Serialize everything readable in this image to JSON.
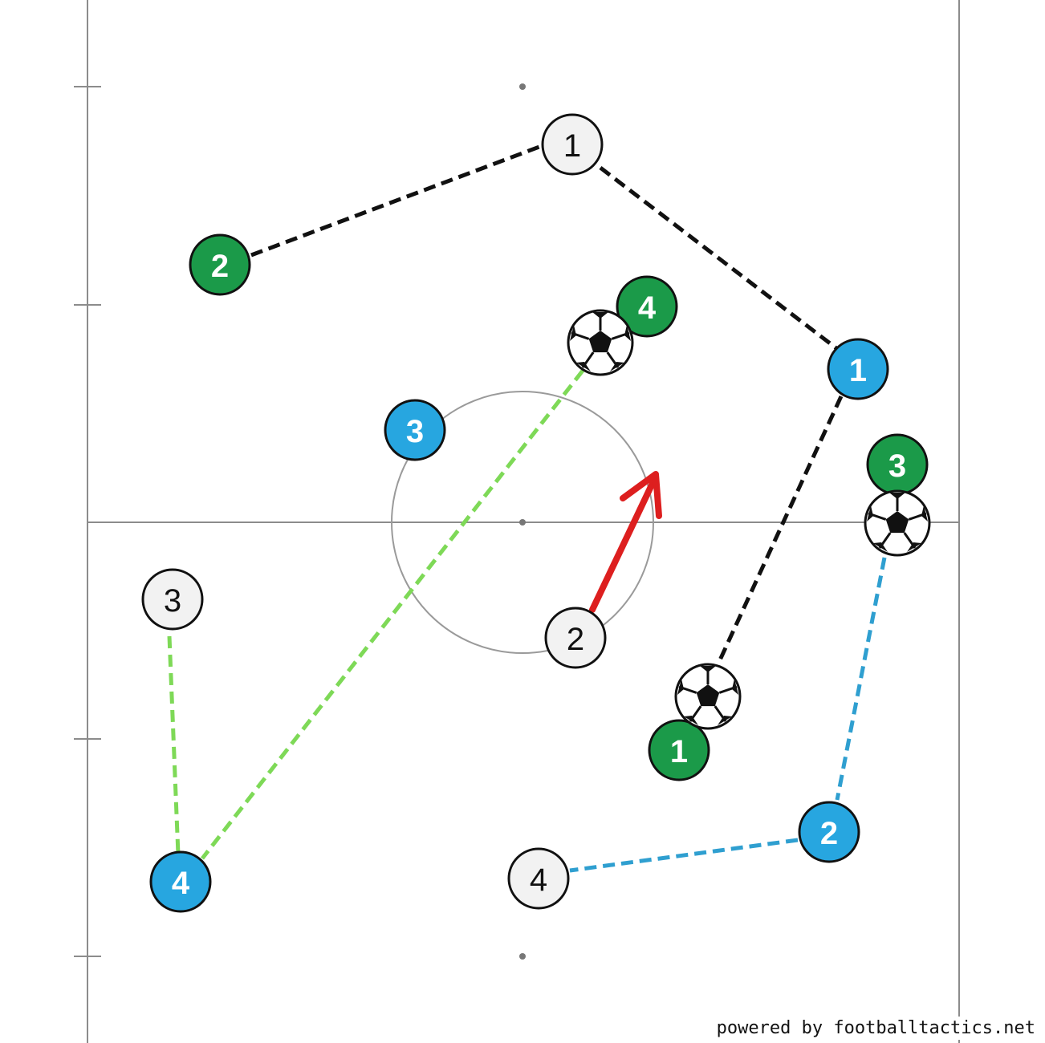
{
  "colors": {
    "green_team": "#1b9a49",
    "blue_team": "#27a6e0",
    "white_team": "#f2f2f2",
    "pass_black": "#111111",
    "pass_green": "#7ed957",
    "pass_blue": "#2f9fd0",
    "run_arrow": "#dd1f1f",
    "pitch_lines": "#8c8c8c"
  },
  "players": [
    {
      "id": "w1",
      "team": "white",
      "label": "1"
    },
    {
      "id": "w2",
      "team": "white",
      "label": "2"
    },
    {
      "id": "w3",
      "team": "white",
      "label": "3"
    },
    {
      "id": "w4",
      "team": "white",
      "label": "4"
    },
    {
      "id": "g1",
      "team": "green",
      "label": "1"
    },
    {
      "id": "g2",
      "team": "green",
      "label": "2"
    },
    {
      "id": "g3",
      "team": "green",
      "label": "3"
    },
    {
      "id": "g4",
      "team": "green",
      "label": "4"
    },
    {
      "id": "b1",
      "team": "blue",
      "label": "1"
    },
    {
      "id": "b2",
      "team": "blue",
      "label": "2"
    },
    {
      "id": "b3",
      "team": "blue",
      "label": "3"
    },
    {
      "id": "b4",
      "team": "blue",
      "label": "4"
    }
  ],
  "passes": [
    {
      "from": "g2",
      "to": "w1",
      "color": "black"
    },
    {
      "from": "w1",
      "to": "b1",
      "color": "black"
    },
    {
      "from": "b1",
      "to": "g1",
      "color": "black"
    },
    {
      "from": "g4",
      "to": "b4",
      "color": "green"
    },
    {
      "from": "w3",
      "to": "b4",
      "color": "green"
    },
    {
      "from": "g3",
      "to": "b2",
      "color": "blue"
    },
    {
      "from": "b2",
      "to": "w4",
      "color": "blue"
    }
  ],
  "balls": [
    "g4",
    "g3",
    "g1"
  ],
  "runs": [
    {
      "player": "w2",
      "direction": "up-right"
    }
  ],
  "credit": "powered by footballtactics.net"
}
